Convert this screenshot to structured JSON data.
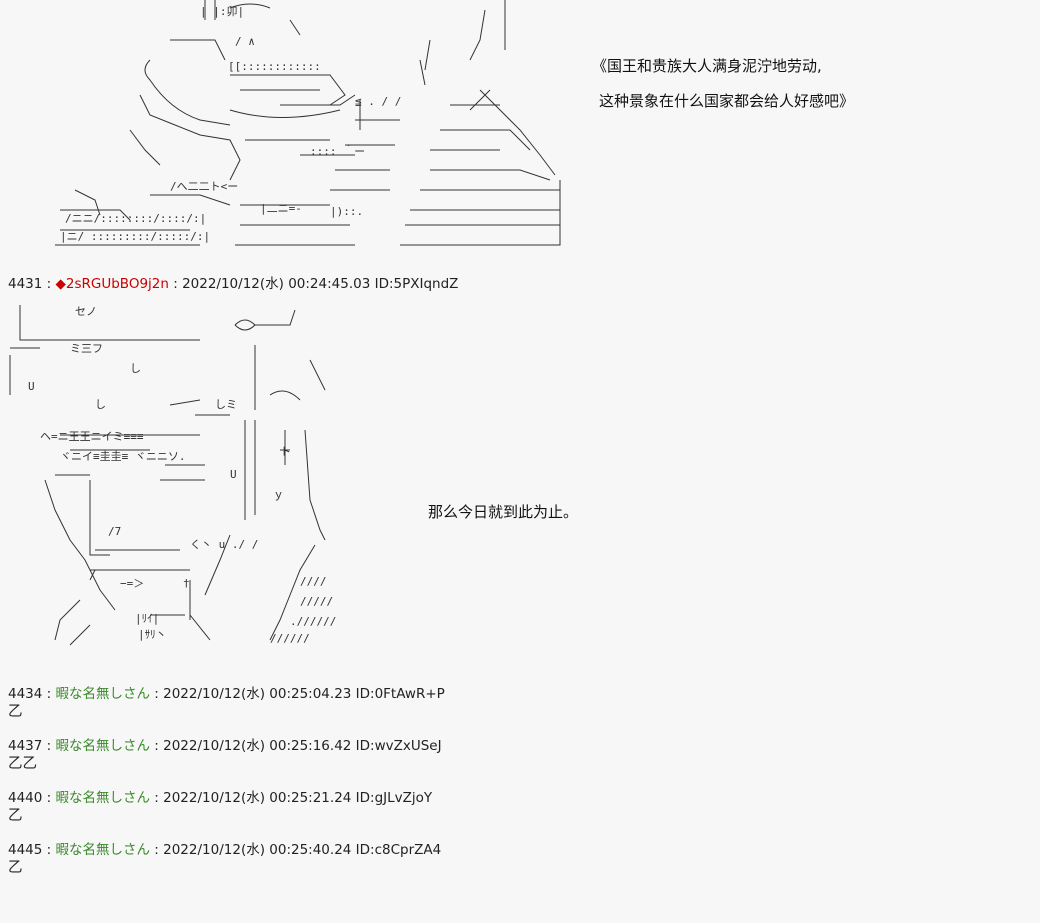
{
  "top_art": {
    "caption_line1": "《国王和贵族大人满身泥泞地劳动,",
    "caption_line2": "这种景象在什么国家都会给人好感吧》"
  },
  "main_post": {
    "number": "4431",
    "separator": " : ",
    "trip": "◆2sRGUbBO9j2n",
    "meta": " : 2022/10/12(水) 00:24:45.03 ID:5PXIqndZ",
    "caption": "那么今日就到此为止。"
  },
  "replies": [
    {
      "number": "4434",
      "name": "暇な名無しさん",
      "meta": " : 2022/10/12(水) 00:25:04.23 ID:0FtAwR+P",
      "body": "乙"
    },
    {
      "number": "4437",
      "name": "暇な名無しさん",
      "meta": " : 2022/10/12(水) 00:25:16.42 ID:wvZxUSeJ",
      "body": "乙乙"
    },
    {
      "number": "4440",
      "name": "暇な名無しさん",
      "meta": " : 2022/10/12(水) 00:25:21.24 ID:gJLvZjoY",
      "body": "乙"
    },
    {
      "number": "4445",
      "name": "暇な名無しさん",
      "meta": " : 2022/10/12(水) 00:25:40.24 ID:c8CprZA4",
      "body": "乙"
    }
  ]
}
